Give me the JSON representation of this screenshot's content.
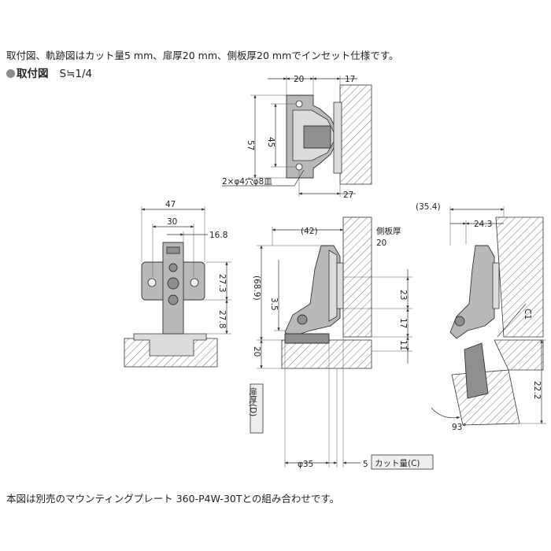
{
  "notes": {
    "top": "取付図、軌跡図はカット量5 mm、扉厚20 mm、側板厚20 mmでインセット仕様です。",
    "bottom": "本図は別売のマウンティングプレート 360-P4W-30Tとの組み合わせです。"
  },
  "section": {
    "title": "取付図",
    "scale": "S≒1/4"
  },
  "top_view": {
    "dim_20": "20",
    "dim_17": "17",
    "dim_57": "57",
    "dim_45": "45",
    "dim_27": "27",
    "holes": "2×φ4穴φ8皿"
  },
  "front_view": {
    "dim_47": "47",
    "dim_30": "30",
    "dim_16_8": "16.8",
    "dim_27_3": "27.3",
    "dim_27_8": "27.8"
  },
  "side_view": {
    "dim_42": "(42)",
    "side_panel_label": "側板厚",
    "side_panel_value": "20",
    "dim_68_9": "(68.9)",
    "dim_3_5": "3.5",
    "dim_20": "20",
    "dim_23": "23",
    "dim_17": "17",
    "dim_11": "11",
    "door_label": "扉厚(D)",
    "dim_35": "φ35",
    "dim_5": "5",
    "cut_label": "カット量(C)"
  },
  "trajectory_view": {
    "dim_35_4": "(35.4)",
    "dim_24_3": "24.3",
    "c1": "C1",
    "dim_22_2": "22.2",
    "angle": "93°"
  }
}
